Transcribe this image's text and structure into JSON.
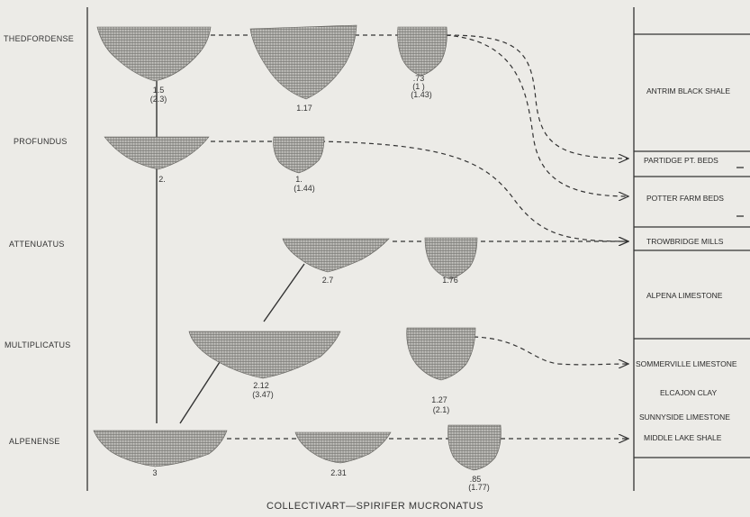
{
  "varieties": {
    "thedfordense": "THEDFORDENSE",
    "profundus": "PROFUNDUS",
    "attenuatus": "ATTENUATUS",
    "multiplicatus": "MULTIPLICATUS",
    "alpenense": "ALPENENSE"
  },
  "units": {
    "antrim": "ANTRIM BLACK SHALE",
    "partridge": "PARTIDGE PT. BEDS",
    "potter": "POTTER FARM BEDS",
    "trowbridge": "TROWBRIDGE MILLS",
    "alpena": "ALPENA LIMESTONE",
    "sommerville": "SOMMERVILLE LIMESTONE",
    "elcajon": "ELCAJON CLAY",
    "sunnyside": "SUNNYSIDE LIMESTONE",
    "middlelake": "MIDDLE LAKE SHALE"
  },
  "values": {
    "thed1": "1.5",
    "thed1b": "(2.3)",
    "thed2": "1.17",
    "thed3": ".73",
    "thed3b": "(1 )",
    "thed3c": "(1.43)",
    "prof1": "2.",
    "prof2": "1.",
    "prof2b": "(1.44)",
    "att1": "2.7",
    "att2": "1.76",
    "mult1": "2.12",
    "mult1b": "(3.47)",
    "mult2": "1.27",
    "mult2b": "(2.1)",
    "alp1": "3",
    "alp2": "2.31",
    "alp3": ".85",
    "alp3b": "(1.77)"
  },
  "caption": "COLLECTIVART—SPIRIFER MUCRONATUS",
  "colors": {
    "ink": "#333333",
    "shell": "#9a9a96",
    "paper": "#ecebe7"
  }
}
